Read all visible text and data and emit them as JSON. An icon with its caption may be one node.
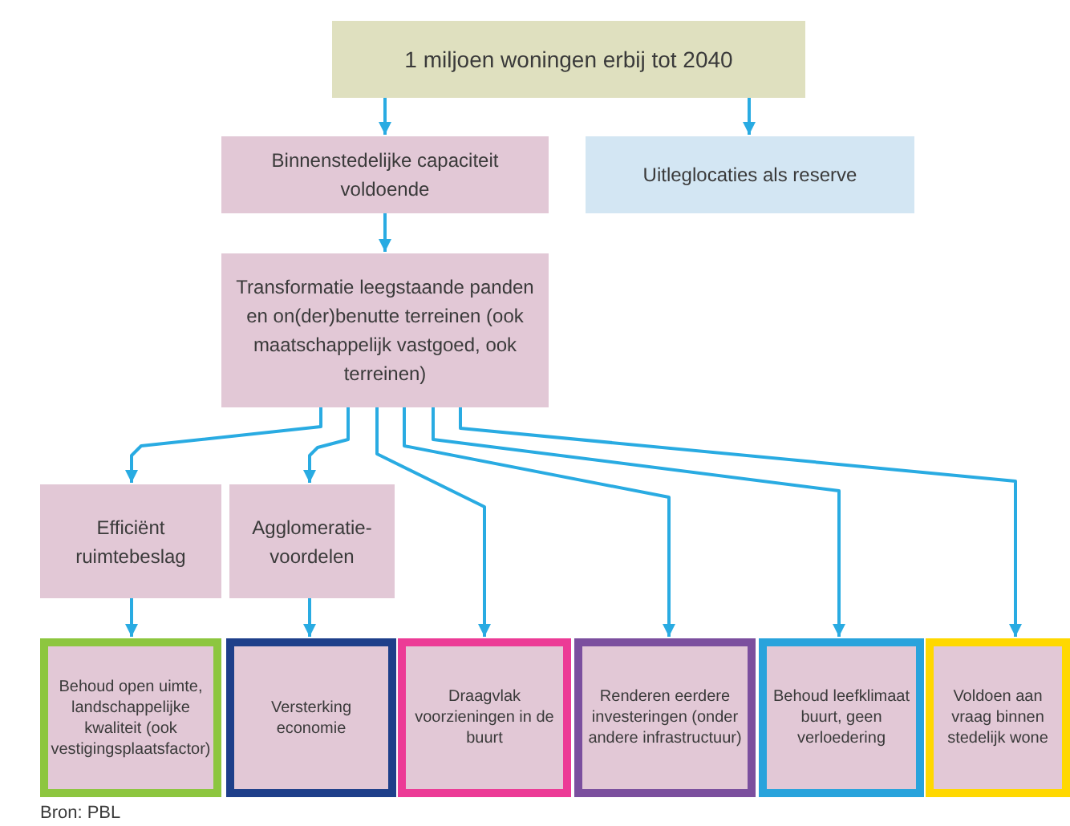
{
  "diagram": {
    "nodes": [
      {
        "text": [
          "1 miljoen woningen erbij tot 2040"
        ]
      },
      {
        "text": [
          "Binnenstedelijke capaciteit voldoende"
        ]
      },
      {
        "text": [
          "Uitleglocaties als reserve"
        ]
      },
      {
        "text": [
          "Transformatie leegstaande panden en on(der)benutte terreinen (ook maatschappelijk vastgoed, ook terreinen)"
        ]
      },
      {
        "text": [
          "Efficiënt ruimtebeslag"
        ]
      },
      {
        "text": [
          "Agglomeratie-voordelen"
        ]
      },
      {
        "text": [
          "Behoud open uimte, landschappelijke kwaliteit (ook vestigingsplaatsfactor)"
        ]
      },
      {
        "text": [
          "Versterking economie"
        ]
      },
      {
        "text": [
          "Draagvlak voorzieningen in de buurt"
        ]
      },
      {
        "text": [
          "Renderen eerdere investeringen (onder andere infrastructuur)"
        ]
      },
      {
        "text": [
          "Behoud leefklimaat buurt, geen verloedering"
        ]
      },
      {
        "text": [
          "Voldoen aan vraag binnen stedelijk wone"
        ]
      }
    ],
    "edges": [
      {
        "from": 0,
        "to": 1,
        "arrow": "to"
      },
      {
        "from": 0,
        "to": 2,
        "arrow": "to"
      },
      {
        "from": 1,
        "to": 3,
        "arrow": "to"
      },
      {
        "from": 3,
        "to": 4,
        "arrow": "to"
      },
      {
        "from": 3,
        "to": 5,
        "arrow": "to"
      },
      {
        "from": 3,
        "to": 8,
        "arrow": "to"
      },
      {
        "from": 3,
        "to": 9,
        "arrow": "to"
      },
      {
        "from": 3,
        "to": 10,
        "arrow": "to"
      },
      {
        "from": 3,
        "to": 11,
        "arrow": "to"
      },
      {
        "from": 4,
        "to": 6,
        "arrow": "to"
      },
      {
        "from": 5,
        "to": 7,
        "arrow": "to"
      }
    ],
    "labels": [
      "Bron: PBL"
    ]
  }
}
